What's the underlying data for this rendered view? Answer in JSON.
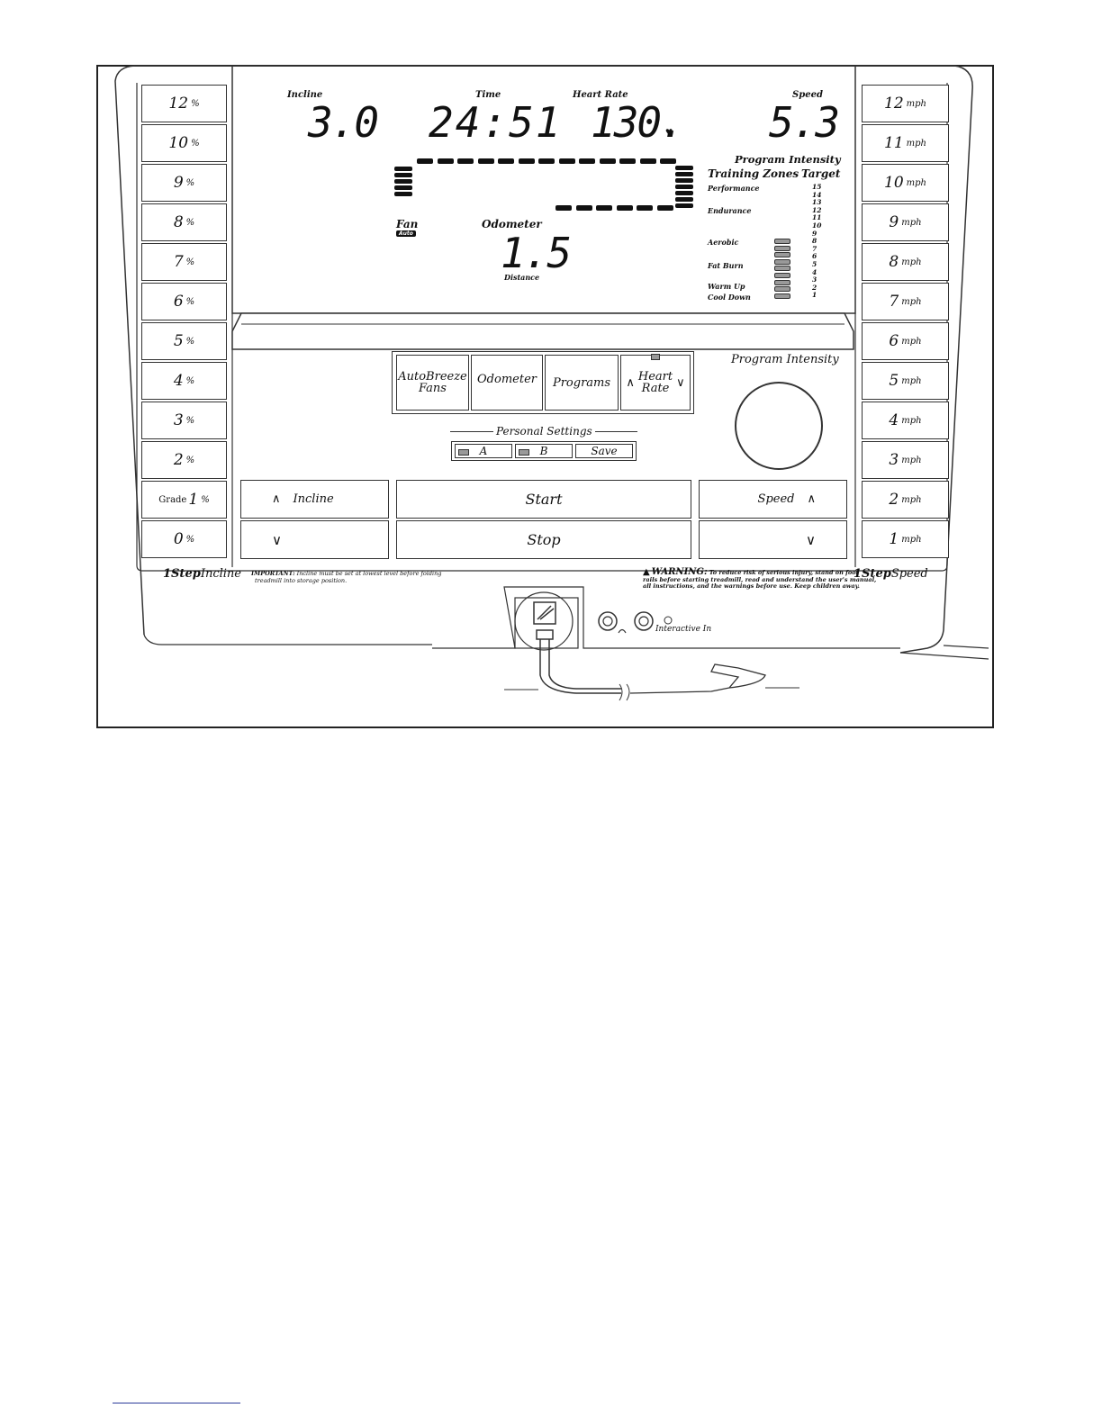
{
  "display": {
    "incline_label": "Incline",
    "incline_value": "3.0",
    "time_label": "Time",
    "time_value": "24:51",
    "heart_rate_label": "Heart Rate",
    "heart_rate_value": "130.",
    "speed_label": "Speed",
    "speed_value": "5.3",
    "fan_label": "Fan",
    "fan_badge": "Auto",
    "odometer_label": "Odometer",
    "odometer_value": "1.5",
    "distance_label": "Distance",
    "program_intensity_label": "Program Intensity",
    "training_zones_label": "Training Zones",
    "target_label": "Target",
    "zones": [
      "Performance",
      "Endurance",
      "Aerobic",
      "Fat Burn",
      "Warm Up",
      "Cool Down"
    ],
    "target_numbers": [
      "15",
      "14",
      "13",
      "12",
      "11",
      "10",
      "9",
      "8",
      "7",
      "6",
      "5",
      "4",
      "3",
      "2",
      "1"
    ]
  },
  "incline_keys": [
    {
      "value": "12",
      "unit": "%"
    },
    {
      "value": "10",
      "unit": "%"
    },
    {
      "value": "9",
      "unit": "%"
    },
    {
      "value": "8",
      "unit": "%"
    },
    {
      "value": "7",
      "unit": "%"
    },
    {
      "value": "6",
      "unit": "%"
    },
    {
      "value": "5",
      "unit": "%"
    },
    {
      "value": "4",
      "unit": "%"
    },
    {
      "value": "3",
      "unit": "%"
    },
    {
      "value": "2",
      "unit": "%"
    },
    {
      "value": "1",
      "unit": "%",
      "prefix": "Grade"
    },
    {
      "value": "0",
      "unit": "%"
    }
  ],
  "speed_keys": [
    {
      "value": "12",
      "unit": "mph"
    },
    {
      "value": "11",
      "unit": "mph"
    },
    {
      "value": "10",
      "unit": "mph"
    },
    {
      "value": "9",
      "unit": "mph"
    },
    {
      "value": "8",
      "unit": "mph"
    },
    {
      "value": "7",
      "unit": "mph"
    },
    {
      "value": "6",
      "unit": "mph"
    },
    {
      "value": "5",
      "unit": "mph"
    },
    {
      "value": "4",
      "unit": "mph"
    },
    {
      "value": "3",
      "unit": "mph"
    },
    {
      "value": "2",
      "unit": "mph"
    },
    {
      "value": "1",
      "unit": "mph"
    }
  ],
  "center_buttons": {
    "autobreeze_line1": "AutoBreeze",
    "autobreeze_line2": "Fans",
    "odometer": "Odometer",
    "programs": "Programs",
    "heart_rate_line1": "Heart",
    "heart_rate_line2": "Rate",
    "program_intensity": "Program Intensity"
  },
  "personal_settings": {
    "title": "Personal Settings",
    "a": "A",
    "b": "B",
    "save": "Save"
  },
  "controls": {
    "incline": "Incline",
    "start": "Start",
    "speed": "Speed",
    "stop": "Stop"
  },
  "footer": {
    "one_step_incline_bold": "1Step",
    "one_step_incline_rest": "Incline",
    "important_bold": "IMPORTANT:",
    "important_text": "Incline must be set at lowest level before folding",
    "important_text2": "treadmill into storage position.",
    "warning_bold": "WARNING:",
    "warning_text": "To reduce risk of serious injury, stand on foot",
    "warning_text2": "rails before starting treadmill, read and understand the user's manual,",
    "warning_text3": "all instructions, and the warnings before use.  Keep children away.",
    "one_step_speed_bold": "1Step",
    "one_step_speed_rest": "Speed",
    "interactive_in": "Interactive In"
  }
}
